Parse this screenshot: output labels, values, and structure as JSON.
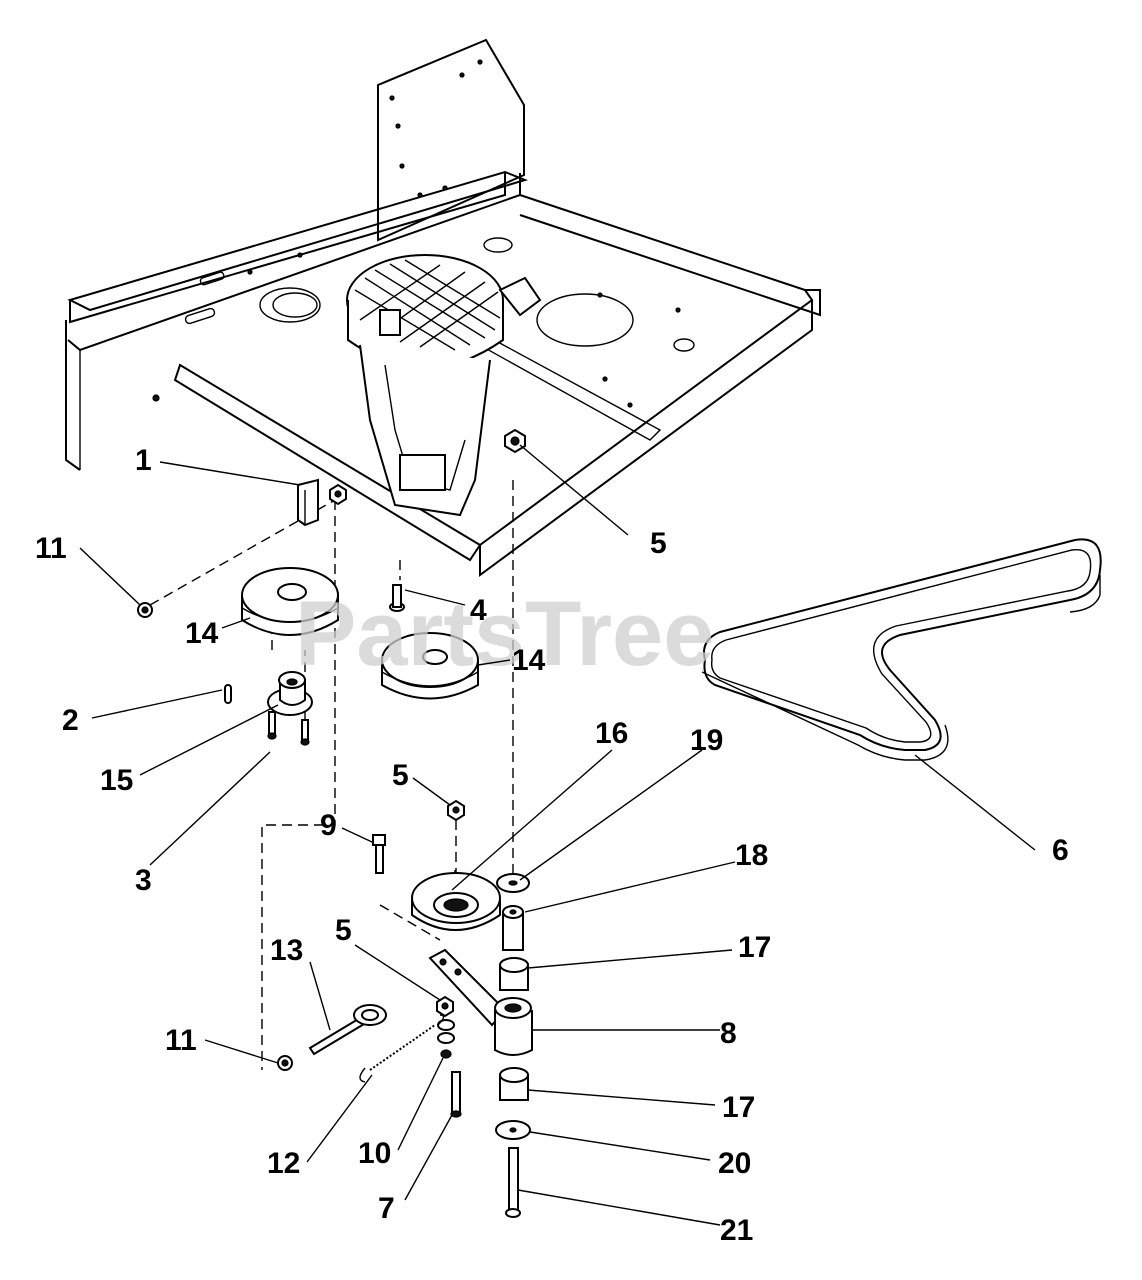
{
  "watermark": "PartsTree",
  "callouts": [
    {
      "id": "1",
      "label": "1"
    },
    {
      "id": "2",
      "label": "2"
    },
    {
      "id": "3",
      "label": "3"
    },
    {
      "id": "4",
      "label": "4"
    },
    {
      "id": "5a",
      "label": "5"
    },
    {
      "id": "5b",
      "label": "5"
    },
    {
      "id": "5c",
      "label": "5"
    },
    {
      "id": "6",
      "label": "6"
    },
    {
      "id": "7",
      "label": "7"
    },
    {
      "id": "8",
      "label": "8"
    },
    {
      "id": "9",
      "label": "9"
    },
    {
      "id": "10",
      "label": "10"
    },
    {
      "id": "11a",
      "label": "11"
    },
    {
      "id": "11b",
      "label": "11"
    },
    {
      "id": "12",
      "label": "12"
    },
    {
      "id": "13",
      "label": "13"
    },
    {
      "id": "14a",
      "label": "14"
    },
    {
      "id": "14b",
      "label": "14"
    },
    {
      "id": "15",
      "label": "15"
    },
    {
      "id": "16",
      "label": "16"
    },
    {
      "id": "17a",
      "label": "17"
    },
    {
      "id": "17b",
      "label": "17"
    },
    {
      "id": "18",
      "label": "18"
    },
    {
      "id": "19",
      "label": "19"
    },
    {
      "id": "20",
      "label": "20"
    },
    {
      "id": "21",
      "label": "21"
    }
  ]
}
